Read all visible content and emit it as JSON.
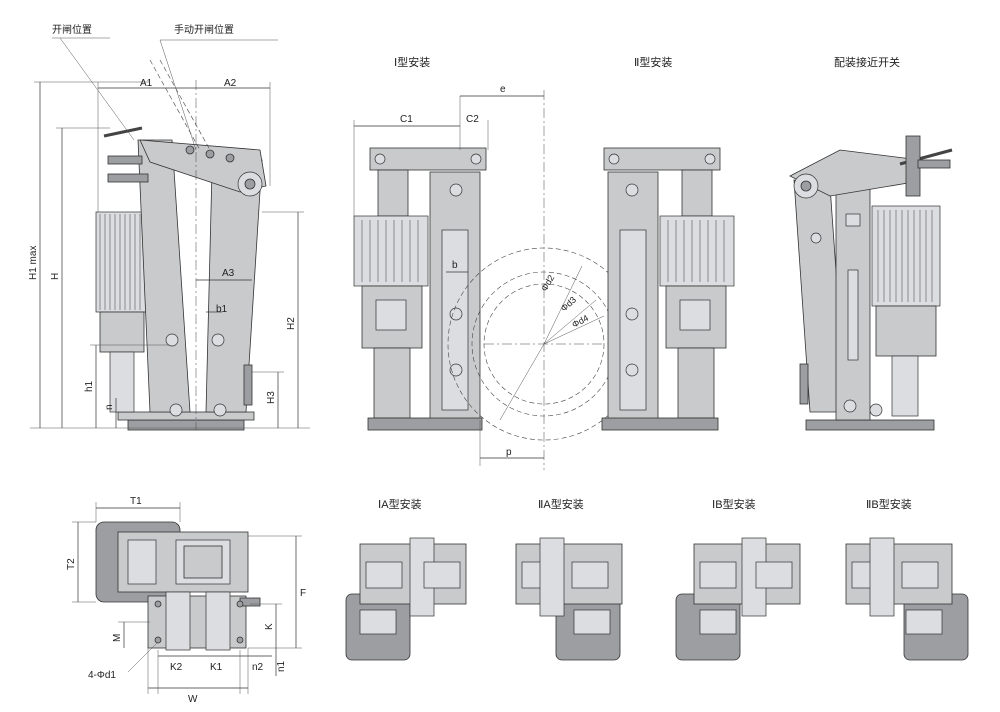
{
  "callouts": {
    "open_position": "开闸位置",
    "manual_open_position": "手动开闸位置"
  },
  "captions": {
    "type1": "Ⅰ型安装",
    "type2": "Ⅱ型安装",
    "proximity_switch": "配装接近开关",
    "type1a": "ⅠA型安装",
    "type2a": "ⅡA型安装",
    "type1b": "ⅠB型安装",
    "type2b": "ⅡB型安装"
  },
  "dims_side": {
    "a1": "A1",
    "a2": "A2",
    "a3": "A3",
    "b1": "b1",
    "h1max": "H1 max",
    "h": "H",
    "h1": "h1",
    "n": "n",
    "h2": "H2",
    "h3": "H3"
  },
  "dims_front": {
    "c1": "C1",
    "c2": "C2",
    "e": "e",
    "b": "b",
    "d2": "Φd2",
    "d3": "Φd3",
    "d4": "Φd4",
    "p": "p"
  },
  "dims_plan": {
    "t1": "T1",
    "t2": "T2",
    "f": "F",
    "m": "M",
    "k": "K",
    "k1": "K1",
    "k2": "K2",
    "n1": "n1",
    "n2": "n2",
    "d1": "4-Φd1",
    "w": "W"
  },
  "colors": {
    "body": "#c9cacc",
    "dark": "#9c9ea2",
    "line": "#333333"
  }
}
